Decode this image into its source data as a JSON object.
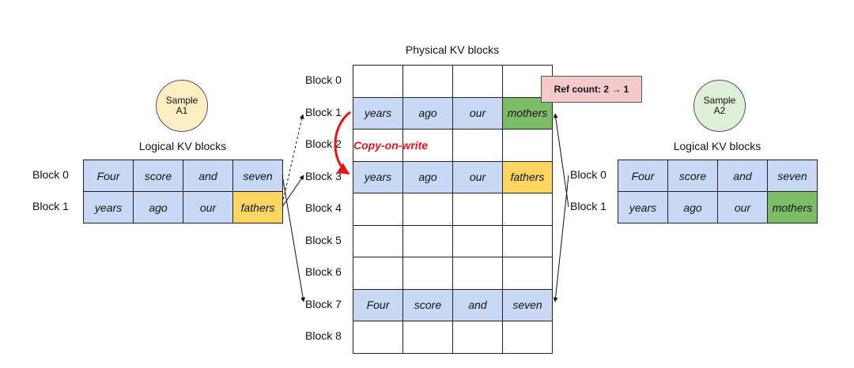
{
  "physical": {
    "title": "Physical KV blocks",
    "blocks": [
      {
        "label": "Block 0",
        "cells": [
          "",
          "",
          "",
          ""
        ],
        "colors": [
          "white",
          "white",
          "white",
          "white"
        ]
      },
      {
        "label": "Block 1",
        "cells": [
          "years",
          "ago",
          "our",
          "mothers"
        ],
        "colors": [
          "blue",
          "blue",
          "blue",
          "green"
        ]
      },
      {
        "label": "Block 2",
        "cells": [
          "",
          "",
          "",
          ""
        ],
        "colors": [
          "white",
          "white",
          "white",
          "white"
        ]
      },
      {
        "label": "Block 3",
        "cells": [
          "years",
          "ago",
          "our",
          "fathers"
        ],
        "colors": [
          "blue",
          "blue",
          "blue",
          "yellow"
        ]
      },
      {
        "label": "Block 4",
        "cells": [
          "",
          "",
          "",
          ""
        ],
        "colors": [
          "white",
          "white",
          "white",
          "white"
        ]
      },
      {
        "label": "Block 5",
        "cells": [
          "",
          "",
          "",
          ""
        ],
        "colors": [
          "white",
          "white",
          "white",
          "white"
        ]
      },
      {
        "label": "Block 6",
        "cells": [
          "",
          "",
          "",
          ""
        ],
        "colors": [
          "white",
          "white",
          "white",
          "white"
        ]
      },
      {
        "label": "Block 7",
        "cells": [
          "Four",
          "score",
          "and",
          "seven"
        ],
        "colors": [
          "blue",
          "blue",
          "blue",
          "blue"
        ]
      },
      {
        "label": "Block 8",
        "cells": [
          "",
          "",
          "",
          ""
        ],
        "colors": [
          "white",
          "white",
          "white",
          "white"
        ]
      }
    ]
  },
  "sample_a1": {
    "circle_label": "Sample\nA1",
    "title": "Logical KV blocks",
    "blocks": [
      {
        "label": "Block 0",
        "cells": [
          "Four",
          "score",
          "and",
          "seven"
        ],
        "colors": [
          "blue",
          "blue",
          "blue",
          "blue"
        ]
      },
      {
        "label": "Block 1",
        "cells": [
          "years",
          "ago",
          "our",
          "fathers"
        ],
        "colors": [
          "blue",
          "blue",
          "blue",
          "yellow"
        ]
      }
    ]
  },
  "sample_a2": {
    "circle_label": "Sample\nA2",
    "title": "Logical KV blocks",
    "blocks": [
      {
        "label": "Block 0",
        "cells": [
          "Four",
          "score",
          "and",
          "seven"
        ],
        "colors": [
          "blue",
          "blue",
          "blue",
          "blue"
        ]
      },
      {
        "label": "Block 1",
        "cells": [
          "years",
          "ago",
          "our",
          "mothers"
        ],
        "colors": [
          "blue",
          "blue",
          "blue",
          "green"
        ]
      }
    ]
  },
  "ref_count": "Ref count: 2 → 1",
  "copy_on_write": "Copy-on-write",
  "colors": {
    "blue": "#c9d9f5",
    "yellow": "#fdd561",
    "green": "#7dbd67",
    "accent_red": "#e8141b",
    "ref_pink": "#f4c9ca"
  }
}
